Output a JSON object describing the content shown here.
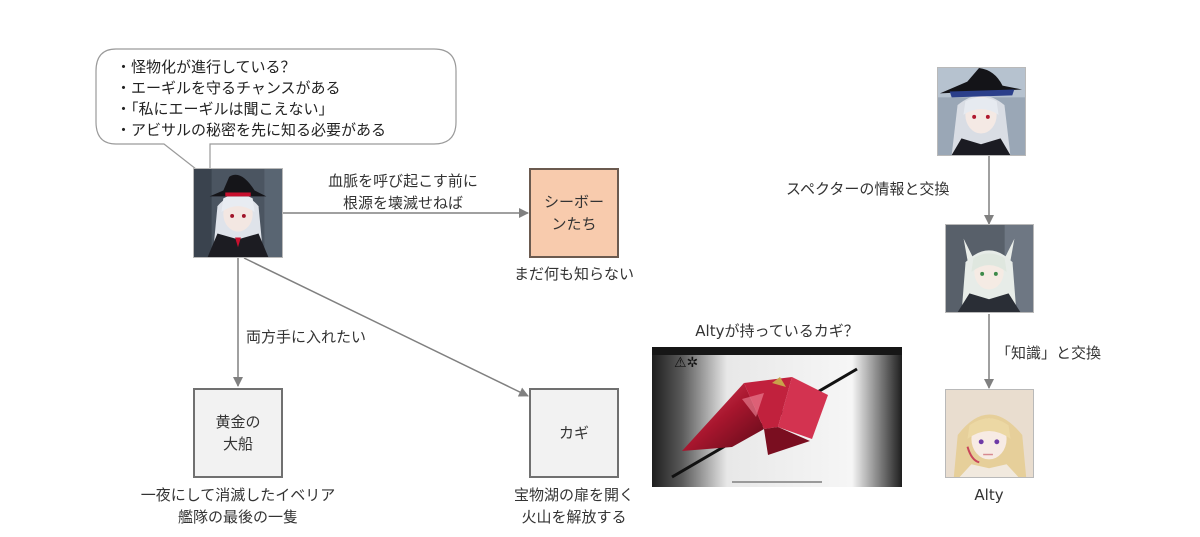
{
  "speech_bubble": {
    "lines": [
      "・怪物化が進行している？",
      "・エーギルを守るチャンスがある",
      "・「私にエーギルは聞こえない」",
      "・アビサルの秘密を先に知る必要がある"
    ]
  },
  "edges": {
    "to_seaborn": {
      "line1": "血脈を呼び起こす前に",
      "line2": "根源を壊滅せねば"
    },
    "to_bottom": {
      "label": "両方手に入れたい"
    },
    "specter_to_arturia": {
      "label": "スペクターの情報と交換"
    },
    "arturia_to_alty": {
      "label": "「知識」と交換"
    }
  },
  "nodes": {
    "seaborn": {
      "line1": "シーボー",
      "line2": "ンたち",
      "caption": "まだ何も知らない",
      "fill": "#f8cbad"
    },
    "golden_ship": {
      "line1": "黄金の",
      "line2": "大船",
      "caption1": "一夜にして消滅したイベリア",
      "caption2": "艦隊の最後の一隻",
      "fill": "#f2f2f2"
    },
    "key": {
      "label": "カギ",
      "caption1": "宝物湖の扉を開く",
      "caption2": "火山を解放する",
      "fill": "#f2f2f2"
    }
  },
  "photo": {
    "title": "Altyが持っているカギ？",
    "sign_text": "⚠✲"
  },
  "portraits": {
    "alty": {
      "name": "Alty"
    }
  },
  "colors": {
    "arrow": "#808080",
    "box_border": "#707070",
    "accent": "#c8102e"
  }
}
